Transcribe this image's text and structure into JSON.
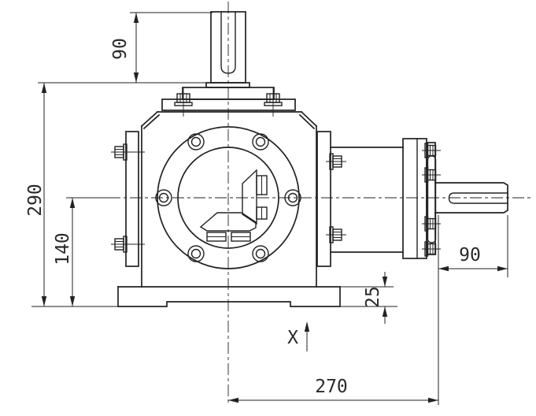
{
  "drawing": {
    "background": "#ffffff",
    "line_color": "#222222",
    "dimensions": {
      "top_shaft_length": "90",
      "overall_height": "290",
      "axis_height": "140",
      "base_thickness": "25",
      "output_shaft_length": "90",
      "center_to_shaft_end": "270"
    },
    "labels": {
      "view_marker": "X"
    }
  }
}
